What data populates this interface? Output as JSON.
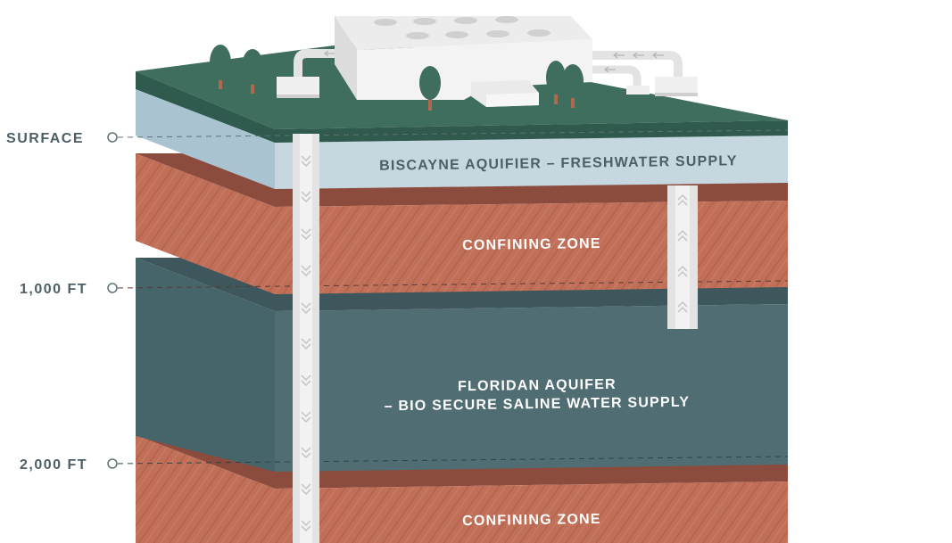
{
  "depth_markers": [
    {
      "label": "SURFACE"
    },
    {
      "label": "1,000 FT"
    },
    {
      "label": "2,000 FT"
    }
  ],
  "layers": [
    {
      "id": "biscayne",
      "label": "BISCAYNE AQUIFIER – FRESHWATER SUPPLY"
    },
    {
      "id": "confining-upper",
      "label": "CONFINING ZONE"
    },
    {
      "id": "floridan",
      "label_line1": "FLORIDAN AQUIFER",
      "label_line2": "– BIO SECURE SALINE WATER SUPPLY"
    },
    {
      "id": "confining-lower",
      "label": "CONFINING ZONE"
    }
  ],
  "colors": {
    "ground": "#3f6e5f",
    "ground_side": "#2f5a4d",
    "biscayne": "#c6d7e0",
    "confining": "#c06f58",
    "confining_dark": "#8b4c3e",
    "floridan": "#4f6d73",
    "floridan_dark": "#3e575c",
    "deep": "#1f3f55",
    "pipe": "#e6e6e6",
    "building": "#ececec",
    "tree": "#3f6e5f",
    "trunk": "#b0694f"
  }
}
